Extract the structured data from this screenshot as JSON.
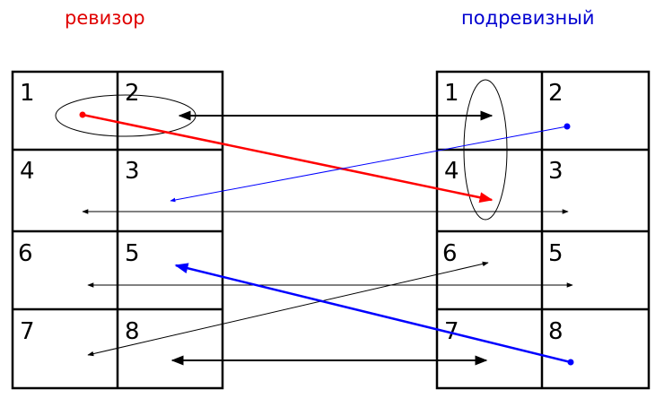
{
  "titles": {
    "left": "ревизор",
    "right": "подревизный"
  },
  "grids": {
    "left": [
      [
        "1",
        "2"
      ],
      [
        "4",
        "3"
      ],
      [
        "6",
        "5"
      ],
      [
        "7",
        "8"
      ]
    ],
    "right": [
      [
        "1",
        "2"
      ],
      [
        "4",
        "3"
      ],
      [
        "6",
        "5"
      ],
      [
        "7",
        "8"
      ]
    ]
  },
  "colors": {
    "left_title": "#e00000",
    "right_title": "#0000d0",
    "red_arrow": "#ff0000",
    "blue_arrow": "#0000ff",
    "black_arrow": "#000000"
  }
}
